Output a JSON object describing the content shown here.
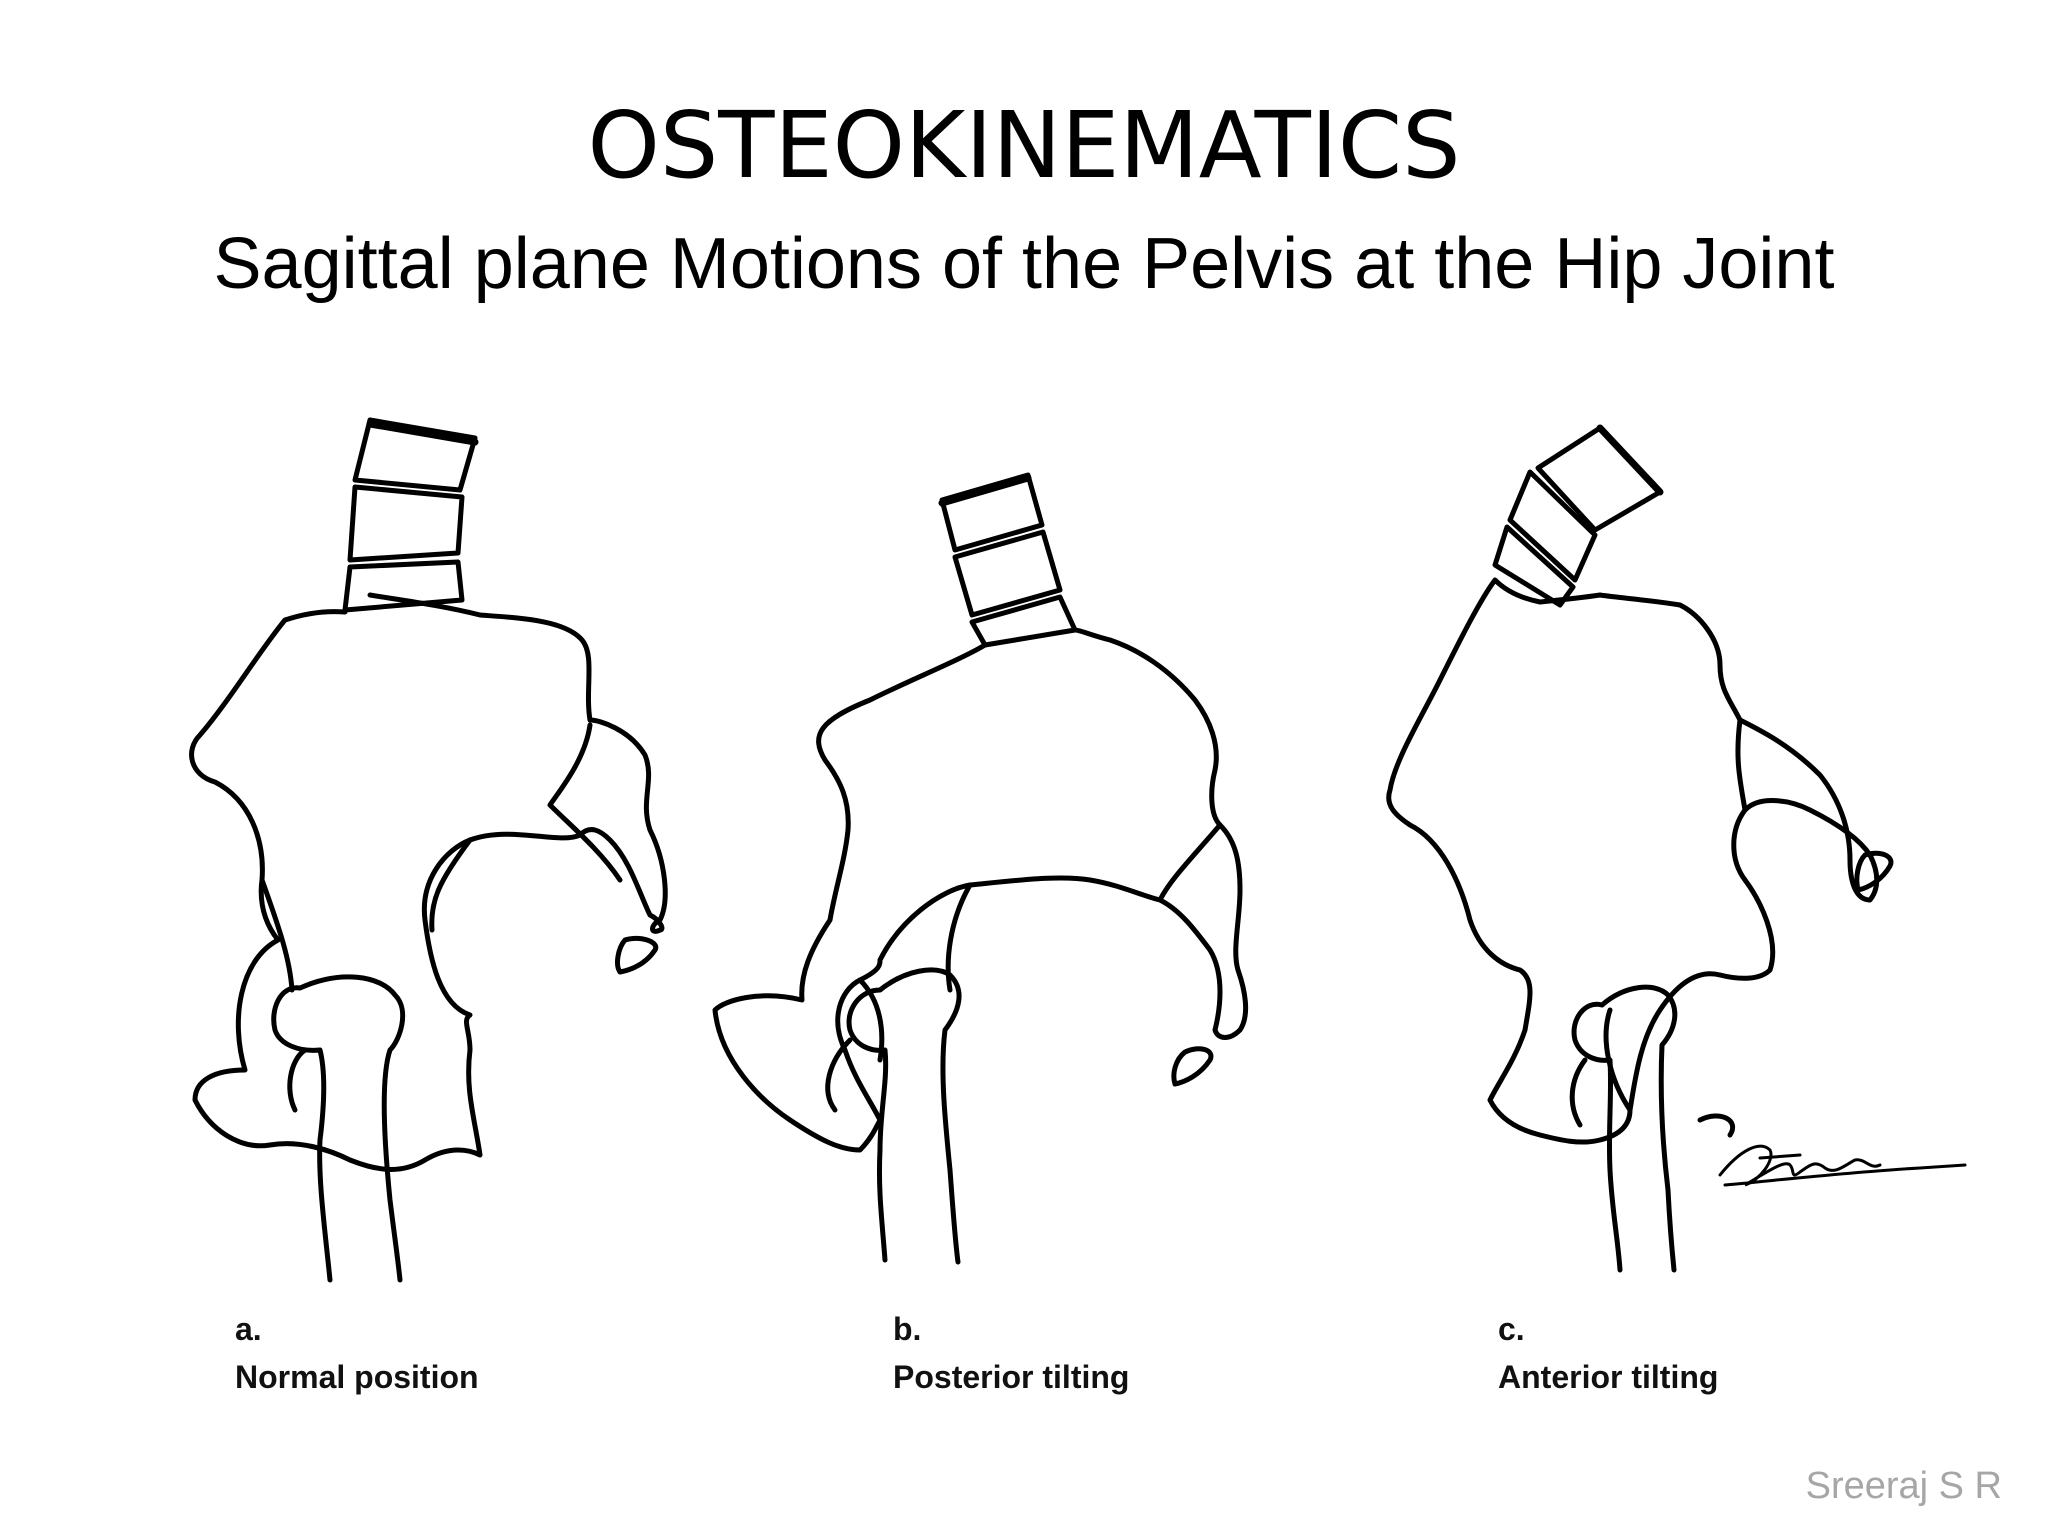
{
  "slide": {
    "title": "OSTEOKINEMATICS",
    "subtitle": "Sagittal plane Motions of the Pelvis at the Hip Joint",
    "author": "Sreeraj S R"
  },
  "figures": [
    {
      "letter": "a.",
      "caption": "Normal position"
    },
    {
      "letter": "b.",
      "caption": "Posterior tilting"
    },
    {
      "letter": "c.",
      "caption": "Anterior tilting"
    }
  ],
  "colors": {
    "background": "#ffffff",
    "ink": "#000000",
    "author_text": "#a6a6a6"
  }
}
